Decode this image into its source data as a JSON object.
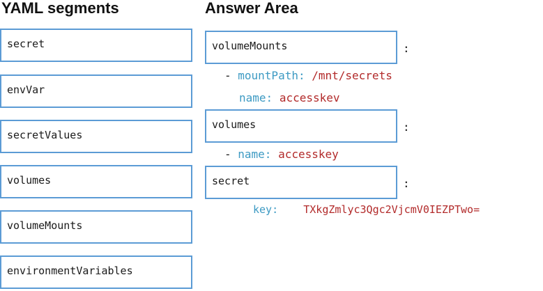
{
  "left_panel": {
    "title": "YAML segments",
    "items": [
      {
        "label": "secret"
      },
      {
        "label": "envVar"
      },
      {
        "label": "secretValues"
      },
      {
        "label": "volumes"
      },
      {
        "label": "volumeMounts"
      },
      {
        "label": "environmentVariables"
      }
    ]
  },
  "answer_area": {
    "title": "Answer Area",
    "slots": [
      {
        "label": "volumeMounts",
        "suffix": ":"
      },
      {
        "label": "volumes",
        "suffix": ":"
      },
      {
        "label": "secret",
        "suffix": ":"
      }
    ],
    "lines": {
      "mount_dash": "- ",
      "mount_path_key": "mountPath:",
      "mount_path_value": "/mnt/secrets",
      "mount_name_key": "name:",
      "mount_name_value": "accesskev",
      "vol_dash": "- ",
      "vol_name_key": "name:",
      "vol_name_value": "accesskey",
      "secret_key_key": "key:",
      "secret_key_value": "TXkgZmlyc3Qgc2VjcmV0IEZPTwo="
    }
  },
  "colors": {
    "box_border": "#5b9bd5",
    "key_color": "#3d9ac3",
    "value_color": "#b22a2a"
  }
}
